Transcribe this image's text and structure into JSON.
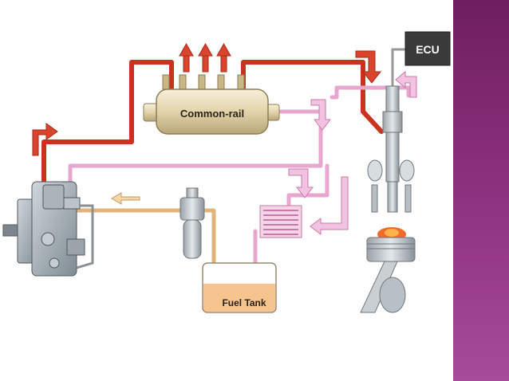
{
  "diagram": {
    "rail_label": "Common-rail",
    "ecu_label": "ECU",
    "tank_label": "Fuel Tank"
  },
  "colors": {
    "high_pressure": "#c8321e",
    "return_line": "#e8a6cf",
    "feed_line": "#e0b47a",
    "side_band": "#8a2f7c",
    "ecu_box": "#3a3a3a",
    "fuel": "#f5c48f"
  }
}
